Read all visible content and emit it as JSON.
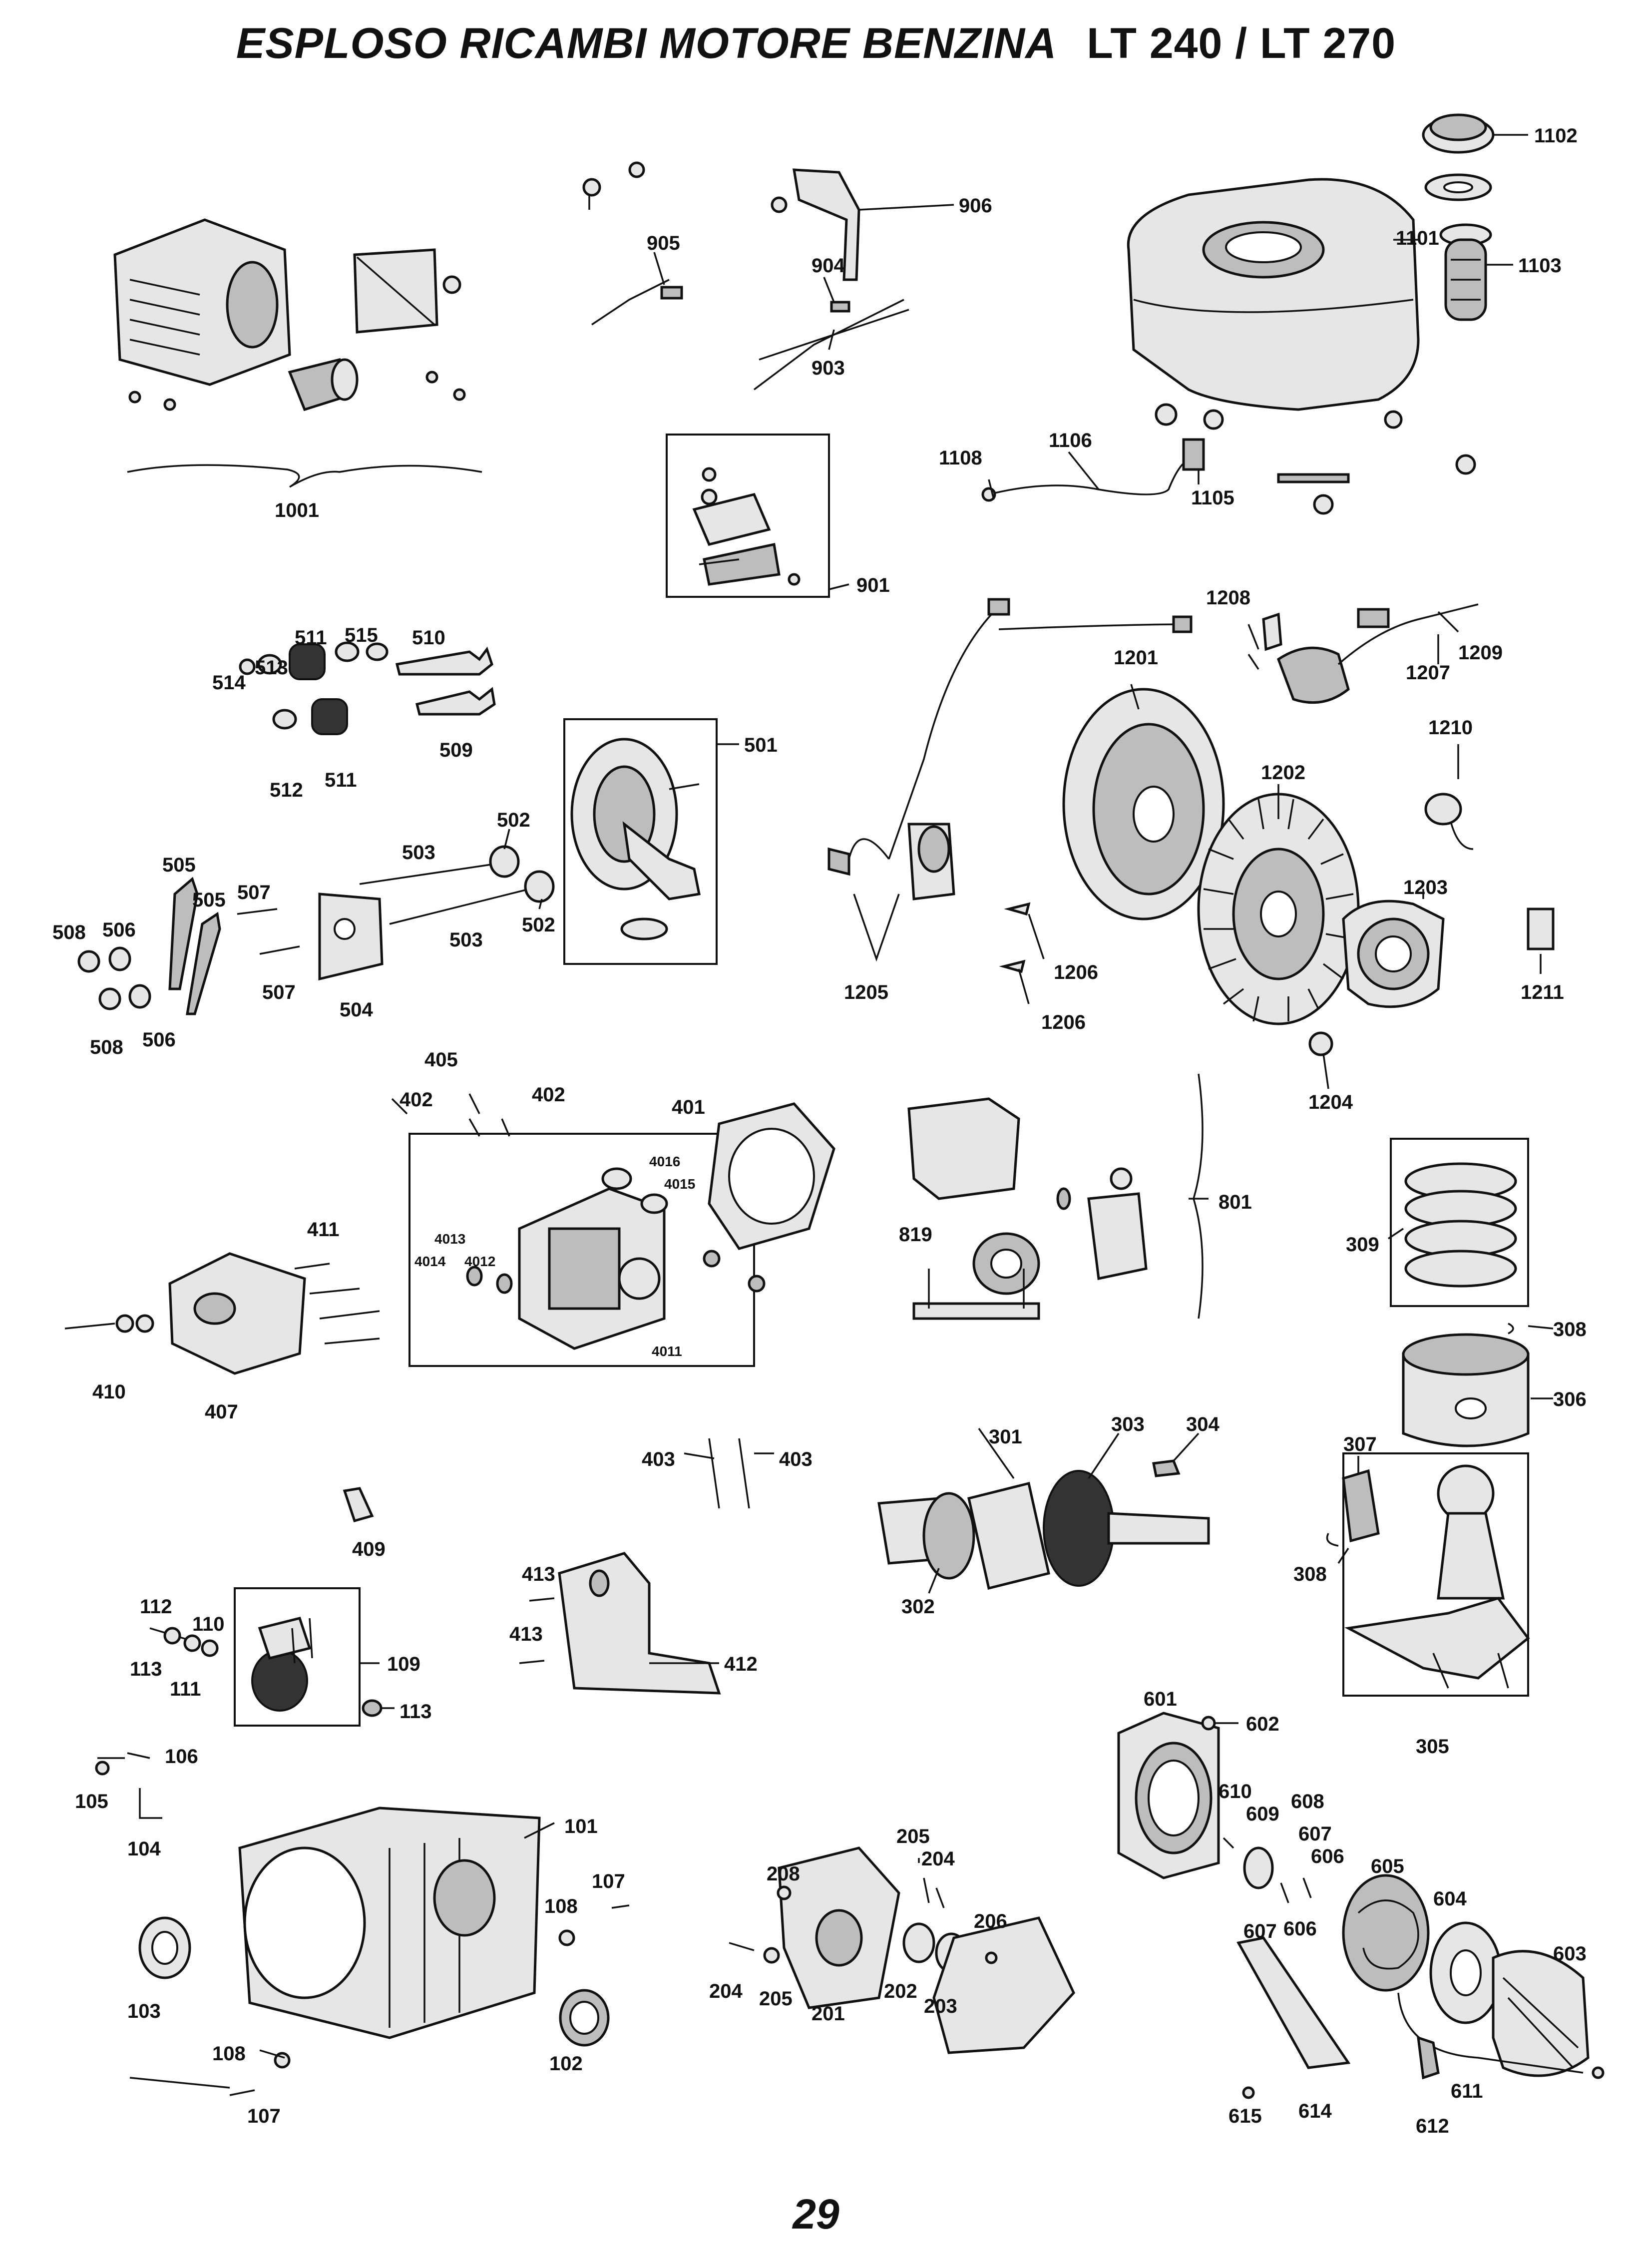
{
  "title": {
    "main": "ESPLOSO RICAMBI MOTORE BENZINA",
    "models": "LT 240 / LT 270"
  },
  "page_number": "29",
  "parts": [
    {
      "id": "p1102",
      "label": "1102"
    },
    {
      "id": "p1101",
      "label": "1101"
    },
    {
      "id": "p1103",
      "label": "1103"
    },
    {
      "id": "p906",
      "label": "906"
    },
    {
      "id": "p905",
      "label": "905"
    },
    {
      "id": "p904",
      "label": "904"
    },
    {
      "id": "p903",
      "label": "903"
    },
    {
      "id": "p1001",
      "label": "1001"
    },
    {
      "id": "p1108",
      "label": "1108"
    },
    {
      "id": "p1106",
      "label": "1106"
    },
    {
      "id": "p1105",
      "label": "1105"
    },
    {
      "id": "p901",
      "label": "901"
    },
    {
      "id": "p1208",
      "label": "1208"
    },
    {
      "id": "p1209",
      "label": "1209"
    },
    {
      "id": "p1207",
      "label": "1207"
    },
    {
      "id": "p1201",
      "label": "1201"
    },
    {
      "id": "p1210",
      "label": "1210"
    },
    {
      "id": "p1202",
      "label": "1202"
    },
    {
      "id": "p1203",
      "label": "1203"
    },
    {
      "id": "p1211",
      "label": "1211"
    },
    {
      "id": "p1204",
      "label": "1204"
    },
    {
      "id": "p1205",
      "label": "1205"
    },
    {
      "id": "p1206a",
      "label": "1206"
    },
    {
      "id": "p1206b",
      "label": "1206"
    },
    {
      "id": "p511a",
      "label": "511"
    },
    {
      "id": "p515",
      "label": "515"
    },
    {
      "id": "p510",
      "label": "510"
    },
    {
      "id": "p514",
      "label": "514"
    },
    {
      "id": "p513",
      "label": "513"
    },
    {
      "id": "p509",
      "label": "509"
    },
    {
      "id": "p512",
      "label": "512"
    },
    {
      "id": "p511b",
      "label": "511"
    },
    {
      "id": "p501",
      "label": "501"
    },
    {
      "id": "p502a",
      "label": "502"
    },
    {
      "id": "p503a",
      "label": "503"
    },
    {
      "id": "p503b",
      "label": "503"
    },
    {
      "id": "p502b",
      "label": "502"
    },
    {
      "id": "p505a",
      "label": "505"
    },
    {
      "id": "p505b",
      "label": "505"
    },
    {
      "id": "p507a",
      "label": "507"
    },
    {
      "id": "p508a",
      "label": "508"
    },
    {
      "id": "p506a",
      "label": "506"
    },
    {
      "id": "p507b",
      "label": "507"
    },
    {
      "id": "p504",
      "label": "504"
    },
    {
      "id": "p508b",
      "label": "508"
    },
    {
      "id": "p506b",
      "label": "506"
    },
    {
      "id": "p405",
      "label": "405"
    },
    {
      "id": "p402a",
      "label": "402"
    },
    {
      "id": "p402b",
      "label": "402"
    },
    {
      "id": "p401",
      "label": "401"
    },
    {
      "id": "p4016",
      "label": "4016"
    },
    {
      "id": "p4015",
      "label": "4015"
    },
    {
      "id": "p4013",
      "label": "4013"
    },
    {
      "id": "p4014",
      "label": "4014"
    },
    {
      "id": "p4012",
      "label": "4012"
    },
    {
      "id": "p4011",
      "label": "4011"
    },
    {
      "id": "p411",
      "label": "411"
    },
    {
      "id": "p410",
      "label": "410"
    },
    {
      "id": "p407",
      "label": "407"
    },
    {
      "id": "p819",
      "label": "819"
    },
    {
      "id": "p801",
      "label": "801"
    },
    {
      "id": "p309",
      "label": "309"
    },
    {
      "id": "p308a",
      "label": "308"
    },
    {
      "id": "p306",
      "label": "306"
    },
    {
      "id": "p403a",
      "label": "403"
    },
    {
      "id": "p403b",
      "label": "403"
    },
    {
      "id": "p301",
      "label": "301"
    },
    {
      "id": "p303",
      "label": "303"
    },
    {
      "id": "p304",
      "label": "304"
    },
    {
      "id": "p307",
      "label": "307"
    },
    {
      "id": "p409",
      "label": "409"
    },
    {
      "id": "p302",
      "label": "302"
    },
    {
      "id": "p308b",
      "label": "308"
    },
    {
      "id": "p413a",
      "label": "413"
    },
    {
      "id": "p413b",
      "label": "413"
    },
    {
      "id": "p412",
      "label": "412"
    },
    {
      "id": "p112",
      "label": "112"
    },
    {
      "id": "p110",
      "label": "110"
    },
    {
      "id": "p113a",
      "label": "113"
    },
    {
      "id": "p111",
      "label": "111"
    },
    {
      "id": "p109",
      "label": "109"
    },
    {
      "id": "p113b",
      "label": "113"
    },
    {
      "id": "p601",
      "label": "601"
    },
    {
      "id": "p602",
      "label": "602"
    },
    {
      "id": "p305",
      "label": "305"
    },
    {
      "id": "p106",
      "label": "106"
    },
    {
      "id": "p105",
      "label": "105"
    },
    {
      "id": "p104",
      "label": "104"
    },
    {
      "id": "p610",
      "label": "610"
    },
    {
      "id": "p609",
      "label": "609"
    },
    {
      "id": "p608",
      "label": "608"
    },
    {
      "id": "p607a",
      "label": "607"
    },
    {
      "id": "p606a",
      "label": "606"
    },
    {
      "id": "p605",
      "label": "605"
    },
    {
      "id": "p604",
      "label": "604"
    },
    {
      "id": "p607b",
      "label": "607"
    },
    {
      "id": "p606b",
      "label": "606"
    },
    {
      "id": "p603",
      "label": "603"
    },
    {
      "id": "p101",
      "label": "101"
    },
    {
      "id": "p205",
      "label": "205"
    },
    {
      "id": "p204a",
      "label": "204"
    },
    {
      "id": "p208",
      "label": "208"
    },
    {
      "id": "p107a",
      "label": "107"
    },
    {
      "id": "p108a",
      "label": "108"
    },
    {
      "id": "p206",
      "label": "206"
    },
    {
      "id": "p103",
      "label": "103"
    },
    {
      "id": "p204b",
      "label": "204"
    },
    {
      "id": "p205b",
      "label": "205"
    },
    {
      "id": "p201",
      "label": "201"
    },
    {
      "id": "p202",
      "label": "202"
    },
    {
      "id": "p203",
      "label": "203"
    },
    {
      "id": "p102",
      "label": "102"
    },
    {
      "id": "p108b",
      "label": "108"
    },
    {
      "id": "p107b",
      "label": "107"
    },
    {
      "id": "p611",
      "label": "611"
    },
    {
      "id": "p615",
      "label": "615"
    },
    {
      "id": "p614",
      "label": "614"
    },
    {
      "id": "p612",
      "label": "612"
    }
  ]
}
